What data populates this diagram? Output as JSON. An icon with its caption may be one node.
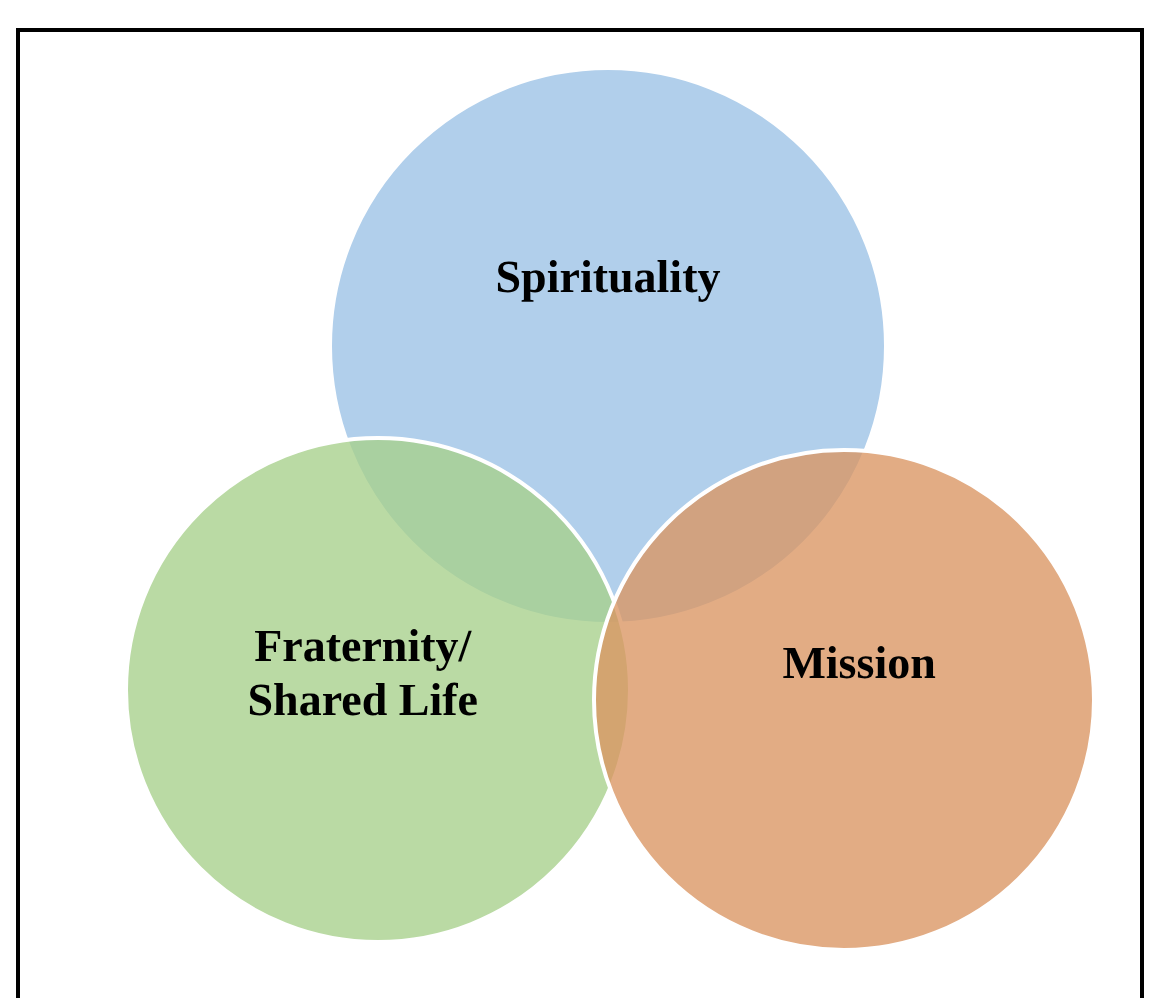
{
  "diagram": {
    "nodes": [
      {
        "text": [
          "Spirituality"
        ]
      },
      {
        "text": [
          "Fraternity/ Shared Life"
        ]
      },
      {
        "text": [
          "Mission"
        ]
      }
    ]
  }
}
